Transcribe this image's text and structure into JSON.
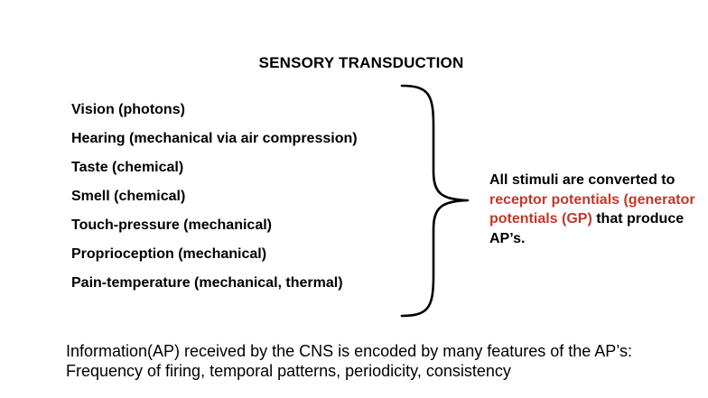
{
  "title": "SENSORY TRANSDUCTION",
  "senses": [
    "Vision (photons)",
    "Hearing (mechanical via air compression)",
    "Taste (chemical)",
    "Smell (chemical)",
    "Touch-pressure (mechanical)",
    "Proprioception (mechanical)",
    "Pain-temperature (mechanical, thermal)"
  ],
  "summary": {
    "lead": "All stimuli are converted to ",
    "highlight": "receptor potentials (generator potentials (GP)",
    "tail": " that produce AP’s."
  },
  "footer": "Information(AP) received by the CNS is encoded by many features of the AP’s: Frequency of firing, temporal patterns, periodicity, consistency",
  "colors": {
    "highlight": "#c0392b",
    "text": "#000000",
    "background": "#ffffff"
  },
  "icons": {
    "brace": "right-curly-brace"
  }
}
